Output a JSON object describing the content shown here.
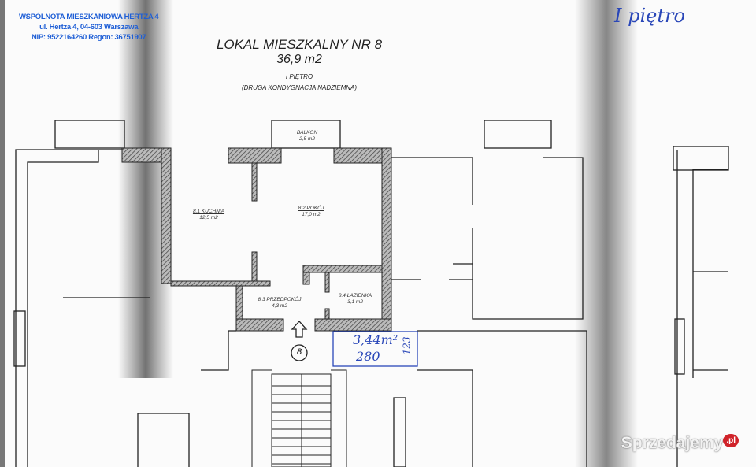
{
  "stamp": {
    "line1": "WSPÓLNOTA MIESZKANIOWA HERTZA 4",
    "line2": "ul. Hertza 4, 04-603 Warszawa",
    "line3": "NIP: 9522164260   Regon: 36751907"
  },
  "header": {
    "title": "LOKAL MIESZKALNY NR 8",
    "area": "36,9 m2",
    "floor": "I PIĘTRO",
    "floor_desc": "(DRUGA KONDYGNACJA NADZIEMNA)"
  },
  "rooms": [
    {
      "name": "BALKON",
      "area": "2,5 m2"
    },
    {
      "name": "8.1 KUCHNIA",
      "area": "12,5 m2"
    },
    {
      "name": "8.2 POKÓJ",
      "area": "17,0 m2"
    },
    {
      "name": "8.3 PRZEDPOKÓJ",
      "area": "4,3 m2"
    },
    {
      "name": "8.4 ŁAZIENKA",
      "area": "3,1 m2"
    }
  ],
  "entrance_number": "8",
  "handwritten": {
    "floor": "I piętro",
    "storage_area": "3,44m²",
    "width": "280",
    "depth": "123"
  },
  "watermark": {
    "text": "Sprzedajemy",
    "suffix": ".pl"
  }
}
